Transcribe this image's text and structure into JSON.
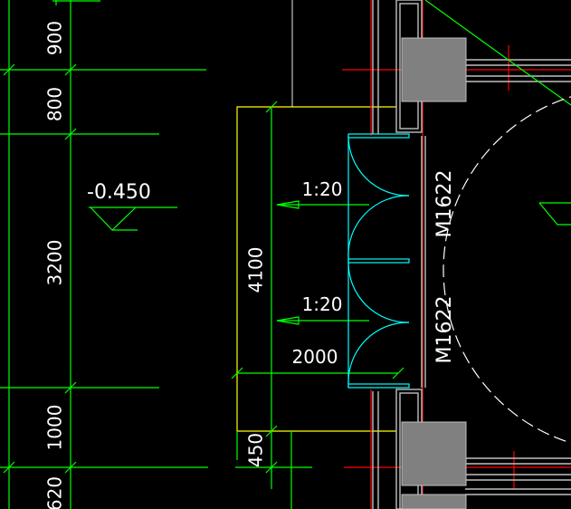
{
  "colors": {
    "background": "#000000",
    "dimension_lines": "#00ff00",
    "axis_lines": "#ff0000",
    "ramp_outline": "#ffff00",
    "door_swing": "#00ffff",
    "walls": "#c0c0c0",
    "columns": "#808080",
    "text": "#ffffff",
    "circle_outline": "#ffffff"
  },
  "dimensions": {
    "left_900": "900",
    "left_800": "800",
    "left_3200": "3200",
    "left_1000": "1000",
    "left_620": "620",
    "ramp_length_4100": "4100",
    "ramp_width_2000": "2000",
    "ramp_edge_450": "450"
  },
  "labels": {
    "elevation": "-0.450",
    "slope_upper": "1:20",
    "slope_lower": "1:20",
    "door_upper": "M1622",
    "door_lower": "M1622"
  }
}
